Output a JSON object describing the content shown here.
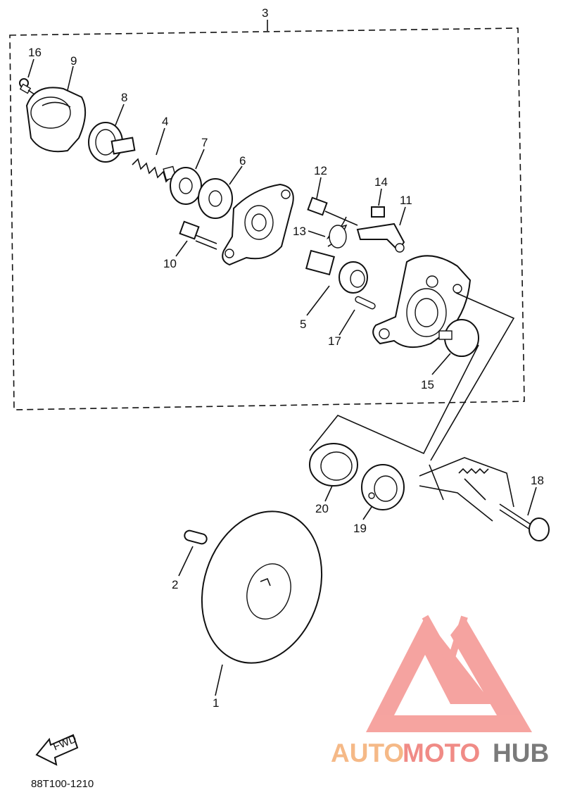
{
  "diagram": {
    "part_labels": [
      "3",
      "16",
      "9",
      "8",
      "4",
      "7",
      "6",
      "12",
      "14",
      "11",
      "13",
      "10",
      "5",
      "17",
      "15",
      "20",
      "19",
      "18",
      "2",
      "1"
    ],
    "drawing_code": "88T100-1210",
    "fwd_label": "FWD",
    "brand": {
      "part1": "AUTO",
      "part2": "MOTO",
      "part3": "HUB"
    },
    "colors": {
      "brand_orange": "#f5b987",
      "brand_red": "#f08b86",
      "brand_gray": "#7a7a7a",
      "logo_red": "#f59a96"
    }
  }
}
